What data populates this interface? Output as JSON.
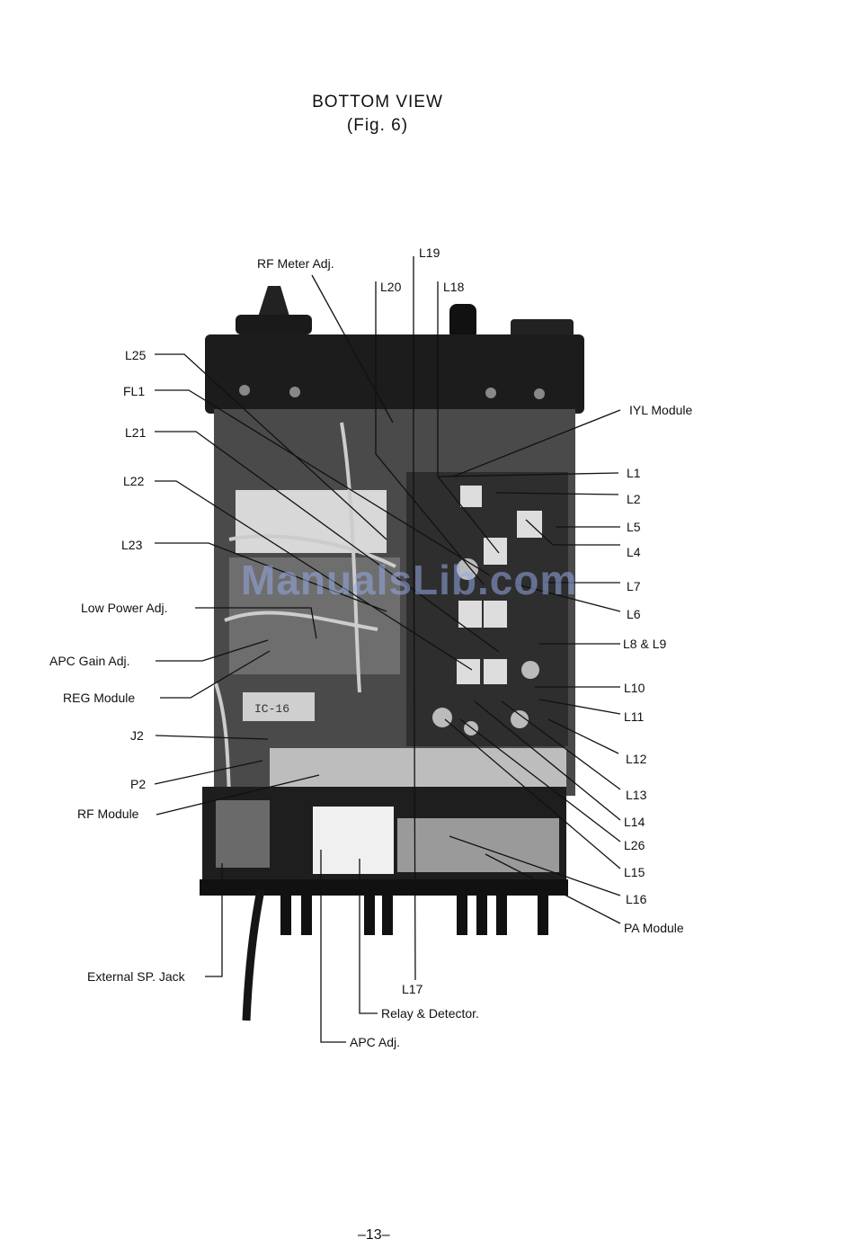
{
  "header": {
    "title": "BOTTOM VIEW",
    "subtitle": "(Fig. 6)"
  },
  "labels": {
    "rf_meter_adj": "RF Meter Adj.",
    "l19": "L19",
    "l20": "L20",
    "l18": "L18",
    "l25": "L25",
    "fl1": "FL1",
    "l21": "L21",
    "l22": "L22",
    "l23": "L23",
    "low_power_adj": "Low Power Adj.",
    "apc_gain_adj": "APC Gain Adj.",
    "reg_module": "REG Module",
    "j2": "J2",
    "p2": "P2",
    "rf_module": "RF Module",
    "external_sp_jack": "External SP. Jack",
    "iyl_module": "IYL Module",
    "l1": "L1",
    "l2": "L2",
    "l5": "L5",
    "l4": "L4",
    "l7": "L7",
    "l6": "L6",
    "l8_l9": "L8 & L9",
    "l10": "L10",
    "l11": "L11",
    "l12": "L12",
    "l13": "L13",
    "l14": "L14",
    "l26": "L26",
    "l15": "L15",
    "l16": "L16",
    "pa_module": "PA Module",
    "l17": "L17",
    "relay_detector": "Relay & Detector.",
    "apc_adj": "APC Adj."
  },
  "photo": {
    "board_label": "IC-16"
  },
  "watermark": "ManualsLib.com",
  "footer": {
    "page_number": "–13–"
  }
}
